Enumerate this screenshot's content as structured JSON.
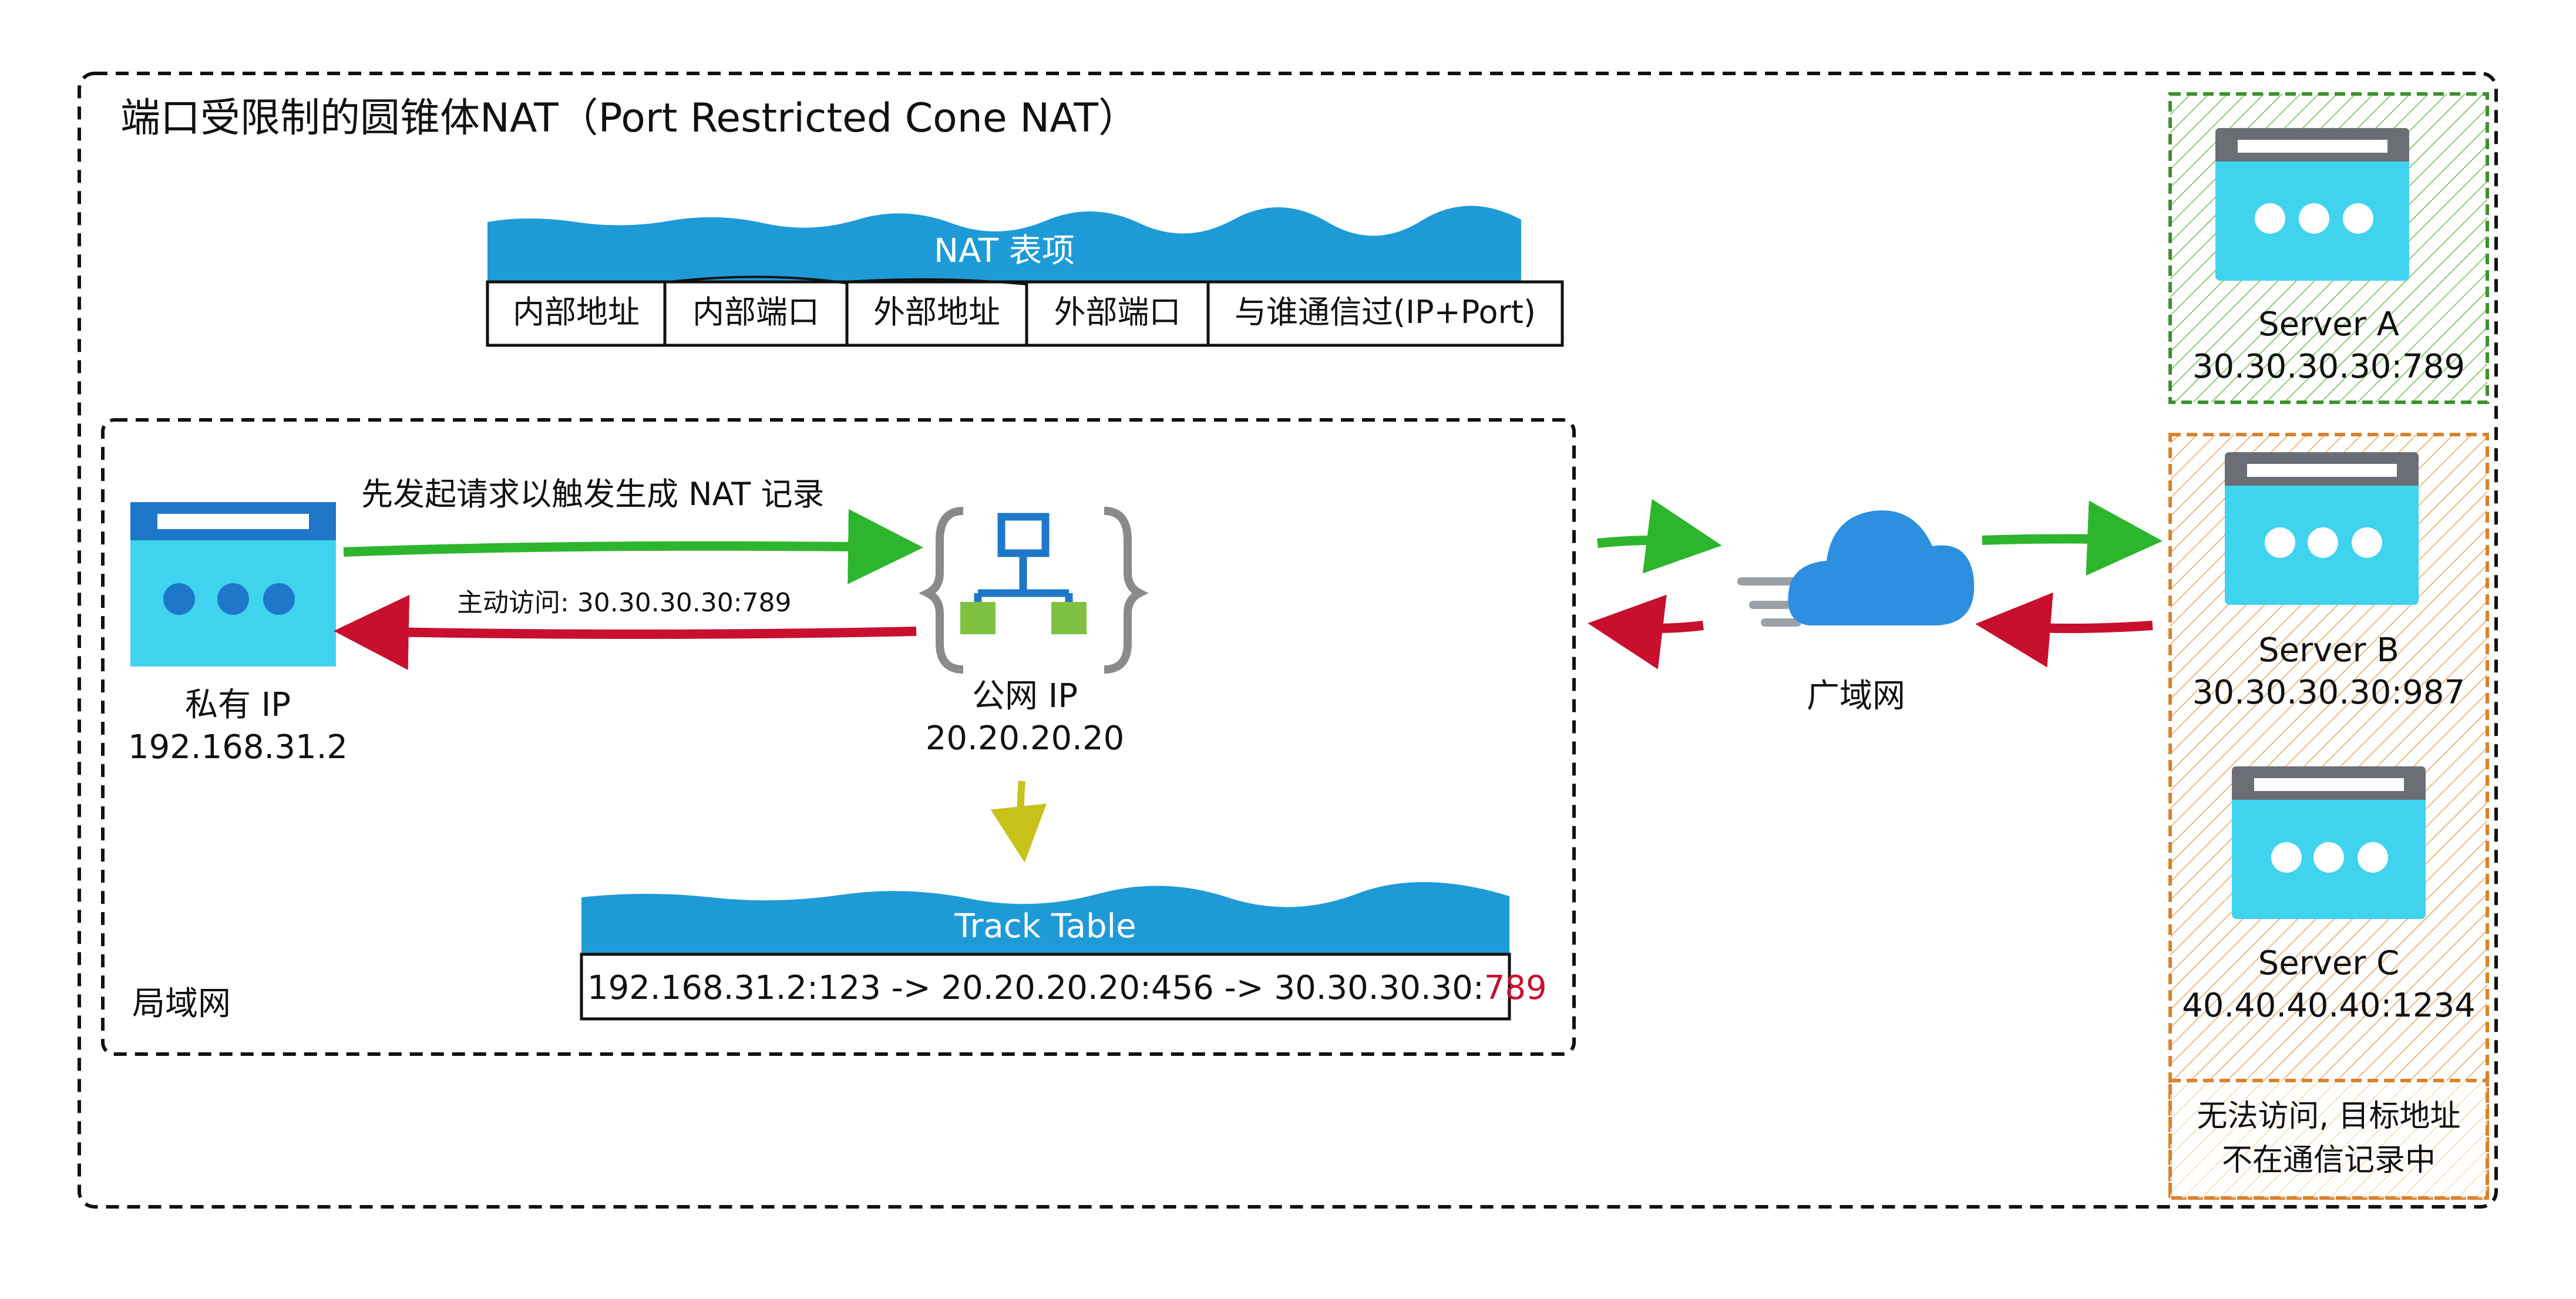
{
  "title": "端口受限制的圆锥体NAT（Port Restricted Cone NAT）",
  "nat_table": {
    "header": "NAT 表项",
    "columns": [
      "内部地址",
      "内部端口",
      "外部地址",
      "外部端口",
      "与谁通信过(IP+Port)"
    ]
  },
  "lan": {
    "label": "局域网",
    "private_host": {
      "name": "私有 IP",
      "ip": "192.168.31.2"
    },
    "gateway": {
      "name": "公网 IP",
      "ip": "20.20.20.20"
    },
    "arrow_out_label": "先发起请求以触发生成 NAT 记录",
    "arrow_in_label": "主动访问: 30.30.30.30:789",
    "track_table": {
      "header": "Track Table",
      "row_prefix": "192.168.31.2:123 -> 20.20.20.20:456 -> 30.30.30.30:",
      "row_port": "789"
    }
  },
  "wan": {
    "label": "广域网"
  },
  "servers": [
    {
      "name": "Server A",
      "addr": "30.30.30.30:789"
    },
    {
      "name": "Server B",
      "addr": "30.30.30.30:987"
    },
    {
      "name": "Server C",
      "addr": "40.40.40.40:1234"
    }
  ],
  "blocked_note": {
    "line1": "无法访问, 目标地址",
    "line2": "不在通信记录中"
  },
  "colors": {
    "allowed": "#2db52d",
    "blocked": "#c8102e",
    "blue": "#1e9bd7",
    "server_body": "#3fd3ee",
    "server_top": "#6b6f75",
    "green_box": "#3f8f2f",
    "orange_box": "#d9822b",
    "track_arrow": "#c8c21a"
  }
}
